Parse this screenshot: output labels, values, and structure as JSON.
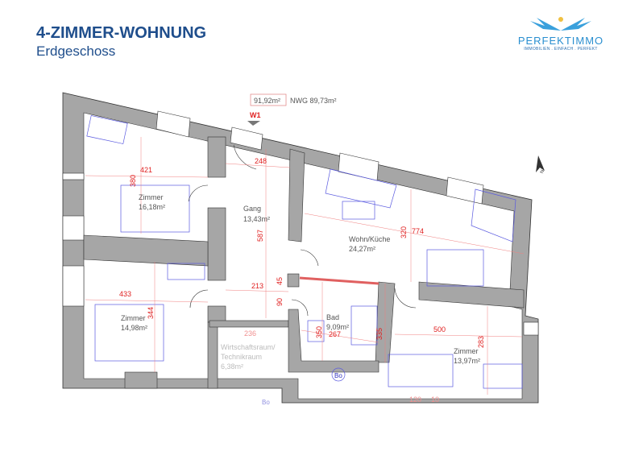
{
  "header": {
    "title": "4-ZIMMER-WOHNUNG",
    "subtitle": "Erdgeschoss"
  },
  "logo": {
    "name": "PERFEKTIMMO",
    "tagline": "IMMOBILIEN . EINFACH . PERFEKT"
  },
  "plan": {
    "total_area": "91,92m²",
    "nwg": "NWG 89,73m²",
    "window_marker": "W1",
    "rooms": [
      {
        "name": "Zimmer",
        "area": "16,18m²"
      },
      {
        "name": "Gang",
        "area": "13,43m²"
      },
      {
        "name": "Wohn/Küche",
        "area": "24,27m²"
      },
      {
        "name": "Zimmer",
        "area": "14,98m²"
      },
      {
        "name": "Bad",
        "area": "9,09m²"
      },
      {
        "name": "Wirtschaftsraum/",
        "name2": "Technikraum",
        "area": "6,38m²"
      },
      {
        "name": "Zimmer",
        "area": "13,97m²"
      }
    ],
    "dimensions": [
      "421",
      "380",
      "248",
      "587",
      "774",
      "320",
      "45",
      "213",
      "90",
      "433",
      "344",
      "236",
      "350",
      "267",
      "335",
      "500",
      "283",
      "120",
      "10"
    ],
    "fixtures": [
      "Bo",
      "Bo"
    ]
  },
  "colors": {
    "title": "#1f4e8c",
    "wall": "#a6a6a6",
    "dimension": "#e02020",
    "furniture": "#5a5ae0"
  }
}
